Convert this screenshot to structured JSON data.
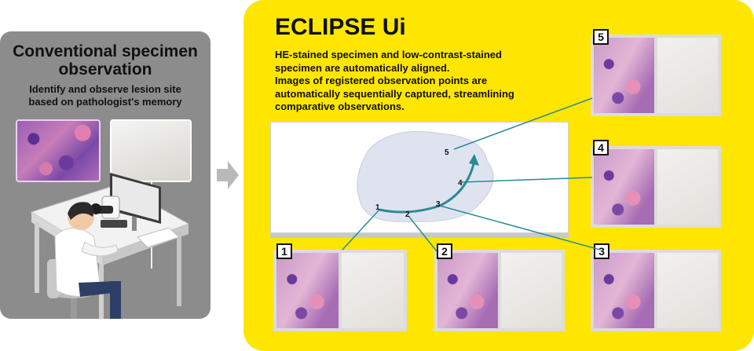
{
  "conventional": {
    "title_line1": "Conventional specimen",
    "title_line2": "observation",
    "subtitle_line1": "Identify and observe lesion site",
    "subtitle_line2": "based on pathologist's memory"
  },
  "eclipse": {
    "title": "ECLIPSE Ui",
    "desc_line1": "HE-stained specimen and low-contrast-stained",
    "desc_line2": "specimen are automatically aligned.",
    "desc_line3": "Images of registered observation points are",
    "desc_line4": "automatically sequentially captured, streamlining",
    "desc_line5": "comparative observations."
  },
  "observation_points": [
    "1",
    "2",
    "3",
    "4",
    "5"
  ],
  "captured_images": [
    {
      "number": "1"
    },
    {
      "number": "2"
    },
    {
      "number": "3"
    },
    {
      "number": "4"
    },
    {
      "number": "5"
    }
  ],
  "colors": {
    "eclipse_panel": "#ffe600",
    "conventional_panel": "#8c8c8c",
    "path_line": "#2a8a95",
    "arrow": "#b9b9b9"
  }
}
